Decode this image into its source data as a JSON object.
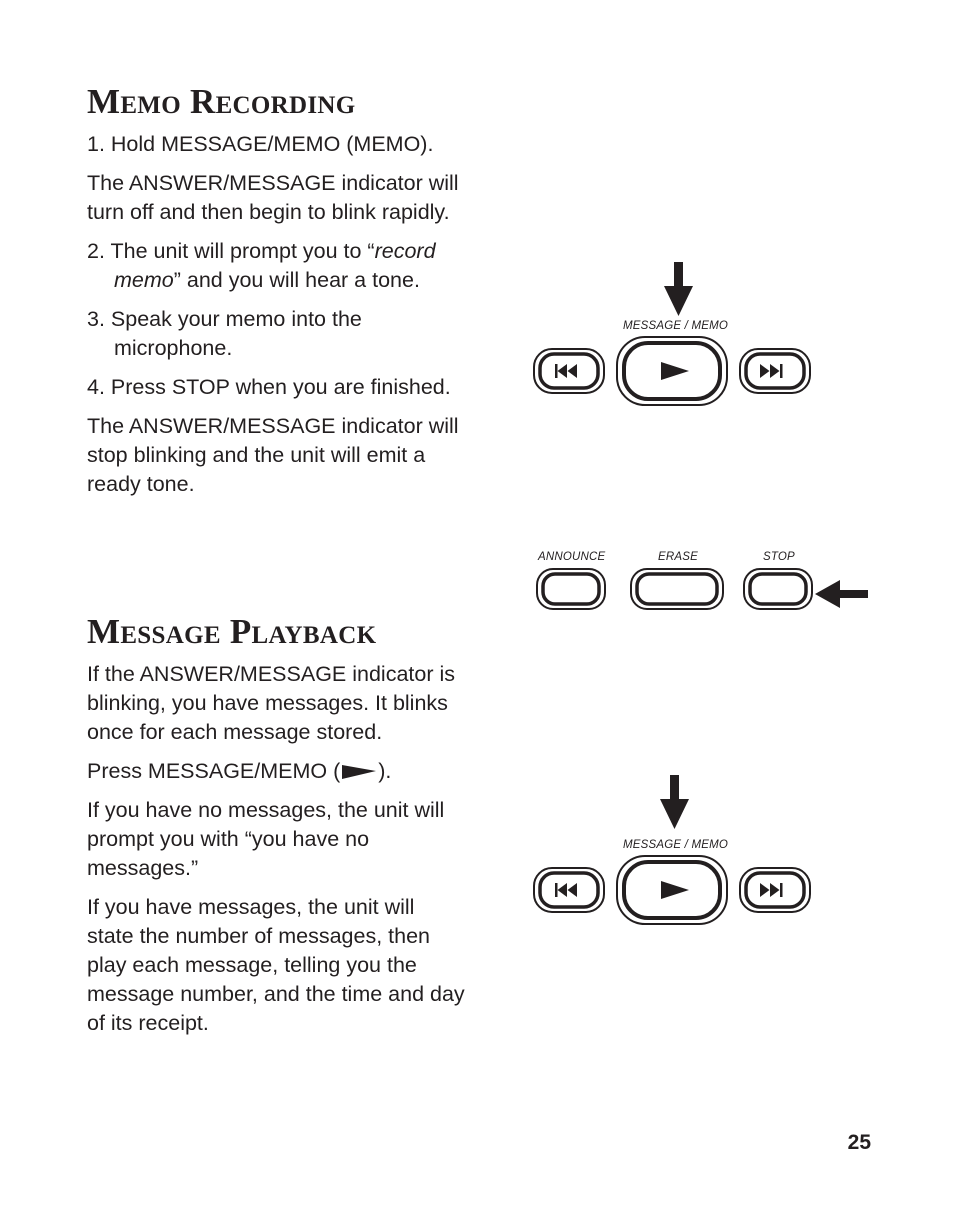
{
  "memo_recording": {
    "title": "Memo Recording",
    "step1": "1. Hold MESSAGE/MEMO (MEMO).",
    "para1": "The ANSWER/MESSAGE indicator will turn off and then begin to blink rapidly.",
    "step2_a": "2. The unit will prompt you to “",
    "step2_em": "record memo",
    "step2_b": "” and you will hear a tone.",
    "step3": "3. Speak your memo into the microphone.",
    "step4": "4. Press STOP when you are finished.",
    "para2": "The ANSWER/MESSAGE indicator will stop blinking and the unit will emit a ready tone."
  },
  "message_playback": {
    "title": "Message Playback",
    "para1": "If the ANSWER/MESSAGE indicator is blinking, you have messages.  It blinks once for each message stored.",
    "press_a": "Press MESSAGE/MEMO (",
    "press_b": ").",
    "para2": "If you have no messages, the unit will prompt you with “you have no messages.”",
    "para3": "If you have messages, the unit will state the number of messages, then play each message, telling you the message number,  and the time and day of its receipt."
  },
  "diagram": {
    "top_label": "MESSAGE / MEMO",
    "mid_labels": [
      "ANNOUNCE",
      "ERASE",
      "STOP"
    ],
    "bottom_label": "MESSAGE / MEMO"
  },
  "page_number": "25",
  "icons": [
    "down-arrow-icon",
    "left-arrow-icon",
    "skip-back-icon",
    "play-icon",
    "skip-forward-icon"
  ]
}
